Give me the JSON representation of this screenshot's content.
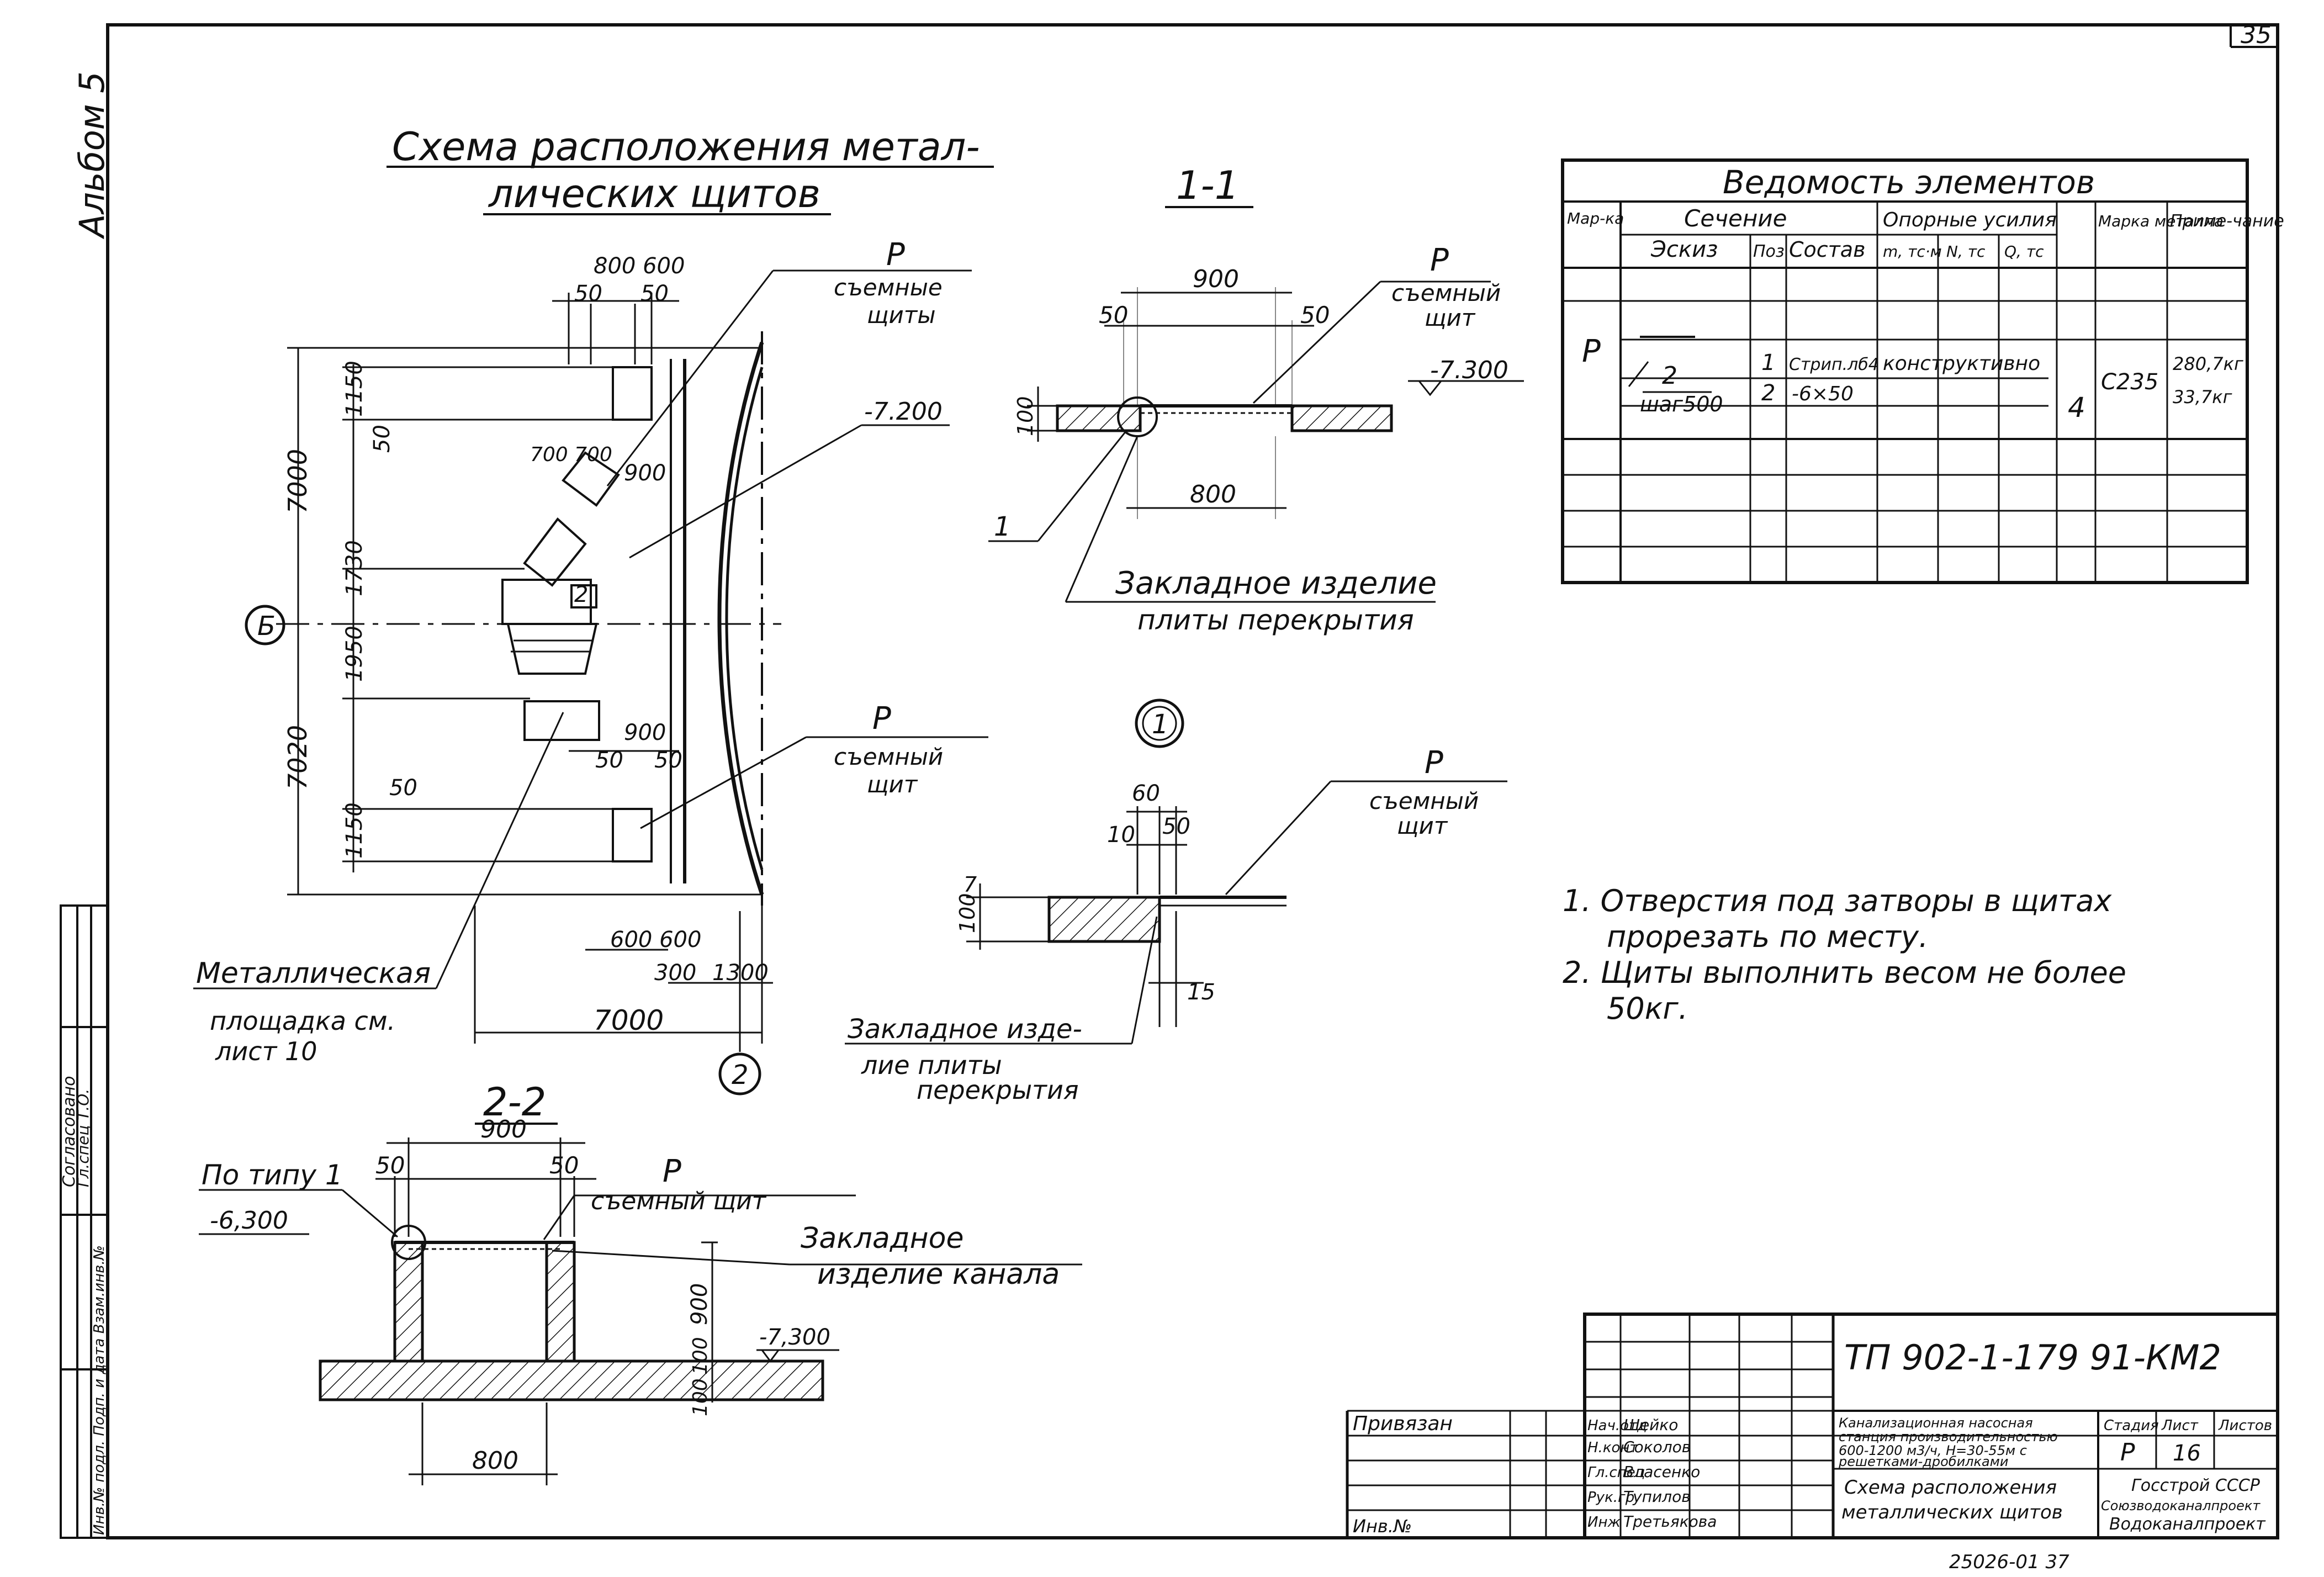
{
  "sheet_number": "35",
  "album": "Альбом 5",
  "plan": {
    "title_l1": "Схема расположения метал-",
    "title_l2": "лических щитов",
    "axis_b": "Б",
    "axis_2": "2",
    "dims": {
      "d800_600": "800 600",
      "d50a": "50",
      "d50b": "50",
      "d1150a": "1150",
      "d50c": "50",
      "d7000v": "7000",
      "d1730": "1730",
      "d1950": "1950",
      "d7020": "7020",
      "d50d": "50",
      "d1150b": "1150",
      "d700_700": "700 700",
      "d900a": "900",
      "d900b": "900",
      "d50e": "50",
      "d50f": "50",
      "d600_600": "600 600",
      "d300": "300",
      "d1300": "1300",
      "d7000h": "7000",
      "n2": "2"
    },
    "callouts": {
      "p1": "Р",
      "p1_text_l1": "съемные",
      "p1_text_l2": "щиты",
      "elev": "-7.200",
      "p2": "Р",
      "p2_text_l1": "съемный",
      "p2_text_l2": "щит",
      "platform_l1": "Металлическая",
      "platform_l2": "площадка см.",
      "platform_l3": "лист 10"
    }
  },
  "section_1_1": {
    "title": "1-1",
    "d900": "900",
    "d50a": "50",
    "d50b": "50",
    "d100": "100",
    "d800": "800",
    "p": "Р",
    "p_l1": "съемный",
    "p_l2": "щит",
    "elev": "-7.300",
    "node": "1",
    "emb_l1": "Закладное изделие",
    "emb_l2": "плиты перекрытия"
  },
  "node_1": {
    "mark": "1",
    "d60": "60",
    "d10": "10",
    "d50": "50",
    "d100": "100",
    "d7": "7",
    "d15": "15",
    "p": "Р",
    "p_l1": "съемный",
    "p_l2": "щит",
    "emb_l1": "Закладное изде-",
    "emb_l2": "лие плиты",
    "emb_l3": "перекрытия"
  },
  "section_2_2": {
    "title": "2-2",
    "d900": "900",
    "d50a": "50",
    "d50b": "50",
    "d900v": "900",
    "d100a": "100",
    "d100b": "100",
    "d800": "800",
    "type_ref": "По типу 1",
    "elev1": "-6,300",
    "p": "Р",
    "p_l1": "съемный щит",
    "emb_l1": "Закладное",
    "emb_l2": "изделие канала",
    "elev2": "-7,300"
  },
  "schedule": {
    "title": "Ведомость элементов",
    "h_mark": "Мар-ка",
    "h_section": "Сечение",
    "h_sketch": "Эскиз",
    "h_pos": "Поз",
    "h_comp": "Состав",
    "h_loads": "Опорные усилия",
    "h_m": "m, тс·м",
    "h_n": "N, тс",
    "h_q": "Q, тс",
    "h_grade": "Марка металла",
    "h_note": "Приме-чание",
    "mark": "Р",
    "sketch_n": "2",
    "sketch_step": "шаг500",
    "row1": {
      "pos": "1",
      "comp": "Стрип.лб4",
      "loads": "конструктивно",
      "grade": "С235",
      "note": "280,7кг"
    },
    "row2": {
      "pos": "2",
      "comp": "-6×50",
      "note": "33,7кг"
    },
    "group": "4"
  },
  "notes": {
    "n1_l1": "1. Отверстия под затворы в щитах",
    "n1_l2": "прорезать по месту.",
    "n2_l1": "2. Щиты выполнить весом не более",
    "n2_l2": "50кг."
  },
  "title_block": {
    "code": "ТП 902-1-179 91-КМ2",
    "bound": "Привязан",
    "inv": "Инв.№",
    "roles": [
      "Нач.отд",
      "Н.конт",
      "Гл.спец",
      "Рук.гр",
      "Инж"
    ],
    "names": [
      "Шейко",
      "Соколов",
      "Власенко",
      "Тупилов",
      "Третьякова"
    ],
    "project_l1": "Канализационная насосная",
    "project_l2": "станция производительностью",
    "project_l3": "600-1200 м3/ч, Н=30-55м с",
    "project_l4": "решетками-дробилками",
    "sheet_title_l1": "Схема расположения",
    "sheet_title_l2": "металлических щитов",
    "h_stage": "Стадия",
    "h_sheet": "Лист",
    "h_sheets": "Листов",
    "stage": "Р",
    "sheet": "16",
    "org_l1": "Госстрой СССР",
    "org_l2": "Союзводоканалпроект",
    "org_l3": "Водоканалпроект"
  },
  "left_stamp": {
    "v1": "Согласовано",
    "v2": "Гл.спец Т.О.",
    "v3": "Инв.№ подл.   Подп. и дата   Взам.инв.№"
  },
  "footer_code": "25026-01 37"
}
